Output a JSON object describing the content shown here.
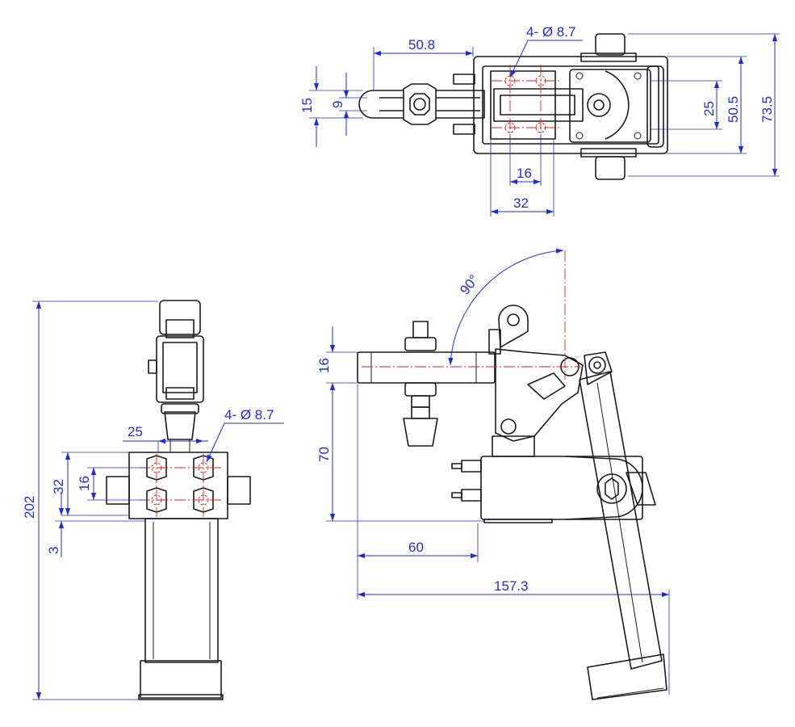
{
  "colors": {
    "dimension": "#1f2bd6",
    "centerline": "#e0201c",
    "outline": "#1a1a1a",
    "background": "#ffffff"
  },
  "top_view": {
    "dim_handle_length": "50.8",
    "dim_holes": "4- Ø 8.7",
    "dim_width_15": "15",
    "dim_width_9": "9",
    "dim_hole_pitch_16": "16",
    "dim_base_32": "32",
    "dim_25": "25",
    "dim_50_5": "50.5",
    "dim_73_5": "73.5"
  },
  "front_view": {
    "dim_25": "25",
    "dim_holes": "4- Ø 8.7",
    "dim_32": "32",
    "dim_16": "16",
    "dim_3": "3",
    "dim_202": "202"
  },
  "side_view": {
    "dim_angle": "90°",
    "dim_16": "16",
    "dim_70": "70",
    "dim_60": "60",
    "dim_157_3": "157.3"
  }
}
